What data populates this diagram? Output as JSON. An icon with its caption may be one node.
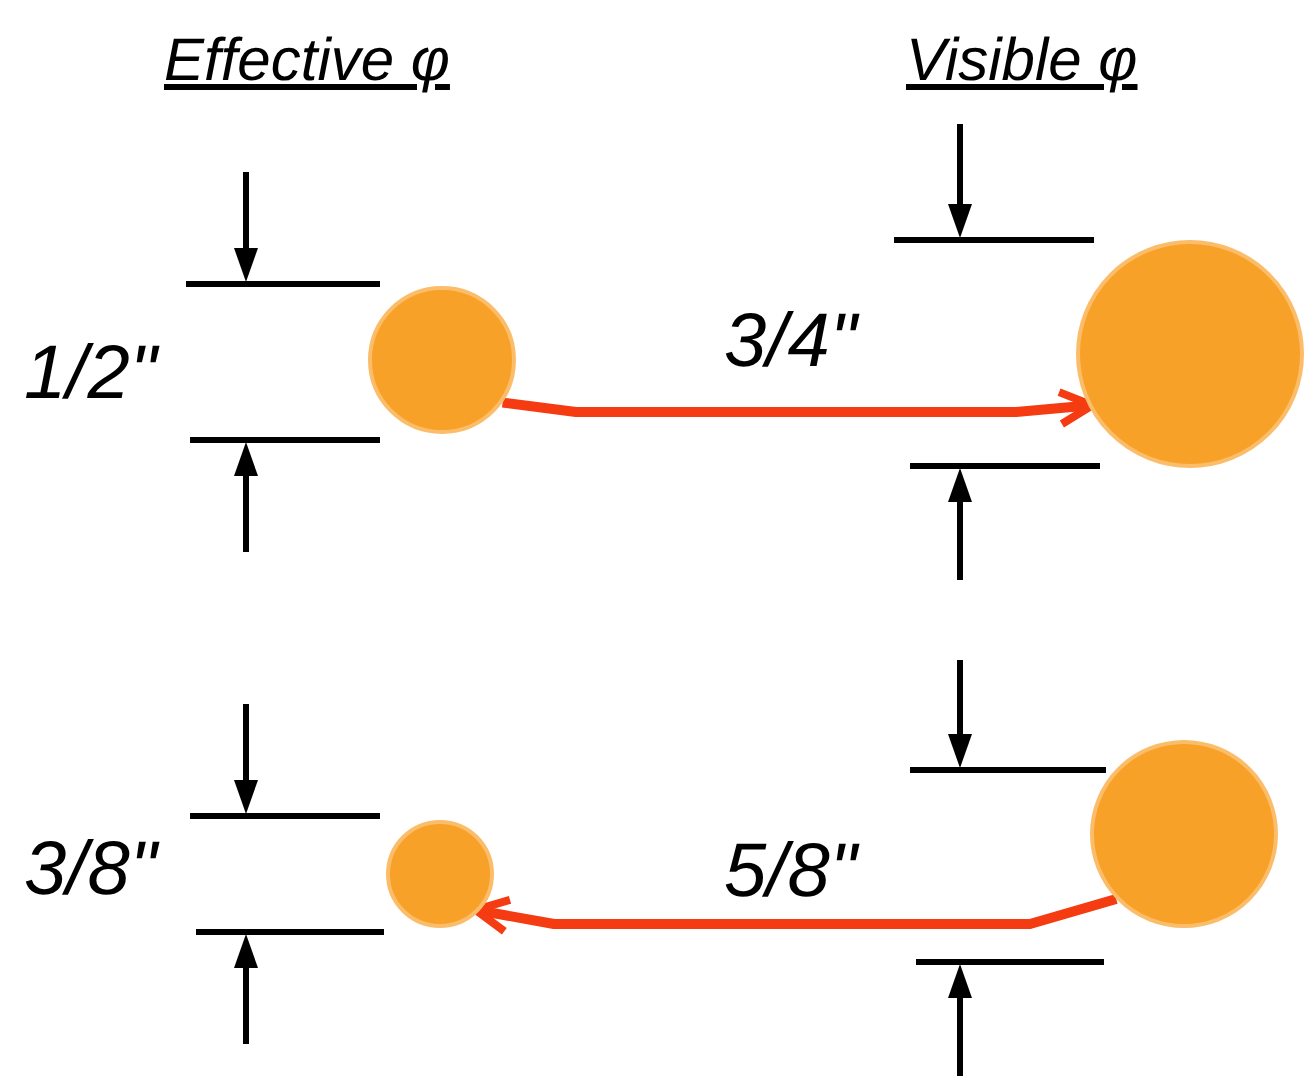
{
  "diagram": {
    "nodes": [
      {
        "text": [],
        "shape": "circle"
      },
      {
        "text": [],
        "shape": "circle"
      },
      {
        "text": [],
        "shape": "circle"
      },
      {
        "text": [],
        "shape": "circle"
      }
    ],
    "edges": [
      {
        "from": 0,
        "to": 1,
        "arrow": "to",
        "color": "#f53b12"
      },
      {
        "from": 3,
        "to": 2,
        "arrow": "to",
        "color": "#f53b12"
      }
    ],
    "labels": [
      "Effective φ",
      "Visible φ",
      "1/2\"",
      "3/4\"",
      "3/8\"",
      "5/8\""
    ]
  }
}
